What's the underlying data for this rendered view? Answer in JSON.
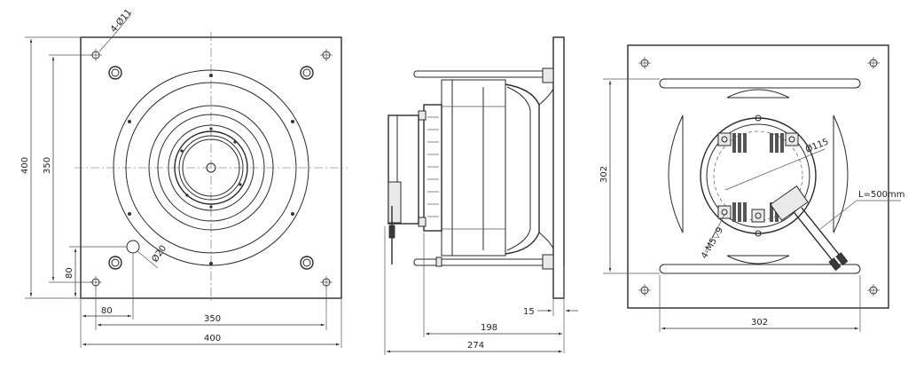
{
  "front_view": {
    "dim_hole_callout": "4-Ø11",
    "dim_overall_height": "400",
    "dim_hole_height": "350",
    "dim_bottom_offset": "80",
    "dim_left_offset": "80",
    "dim_hole_width": "350",
    "dim_overall_width": "400",
    "dim_center_hole": "Ø20"
  },
  "side_view": {
    "dim_flange": "15",
    "dim_body": "198",
    "dim_overall_depth": "274"
  },
  "rear_view": {
    "dim_height": "302",
    "dim_width": "302",
    "dim_motor_dia": "Ø115",
    "dim_cable": "L=500mm",
    "dim_thread": "4-M5▽9"
  }
}
